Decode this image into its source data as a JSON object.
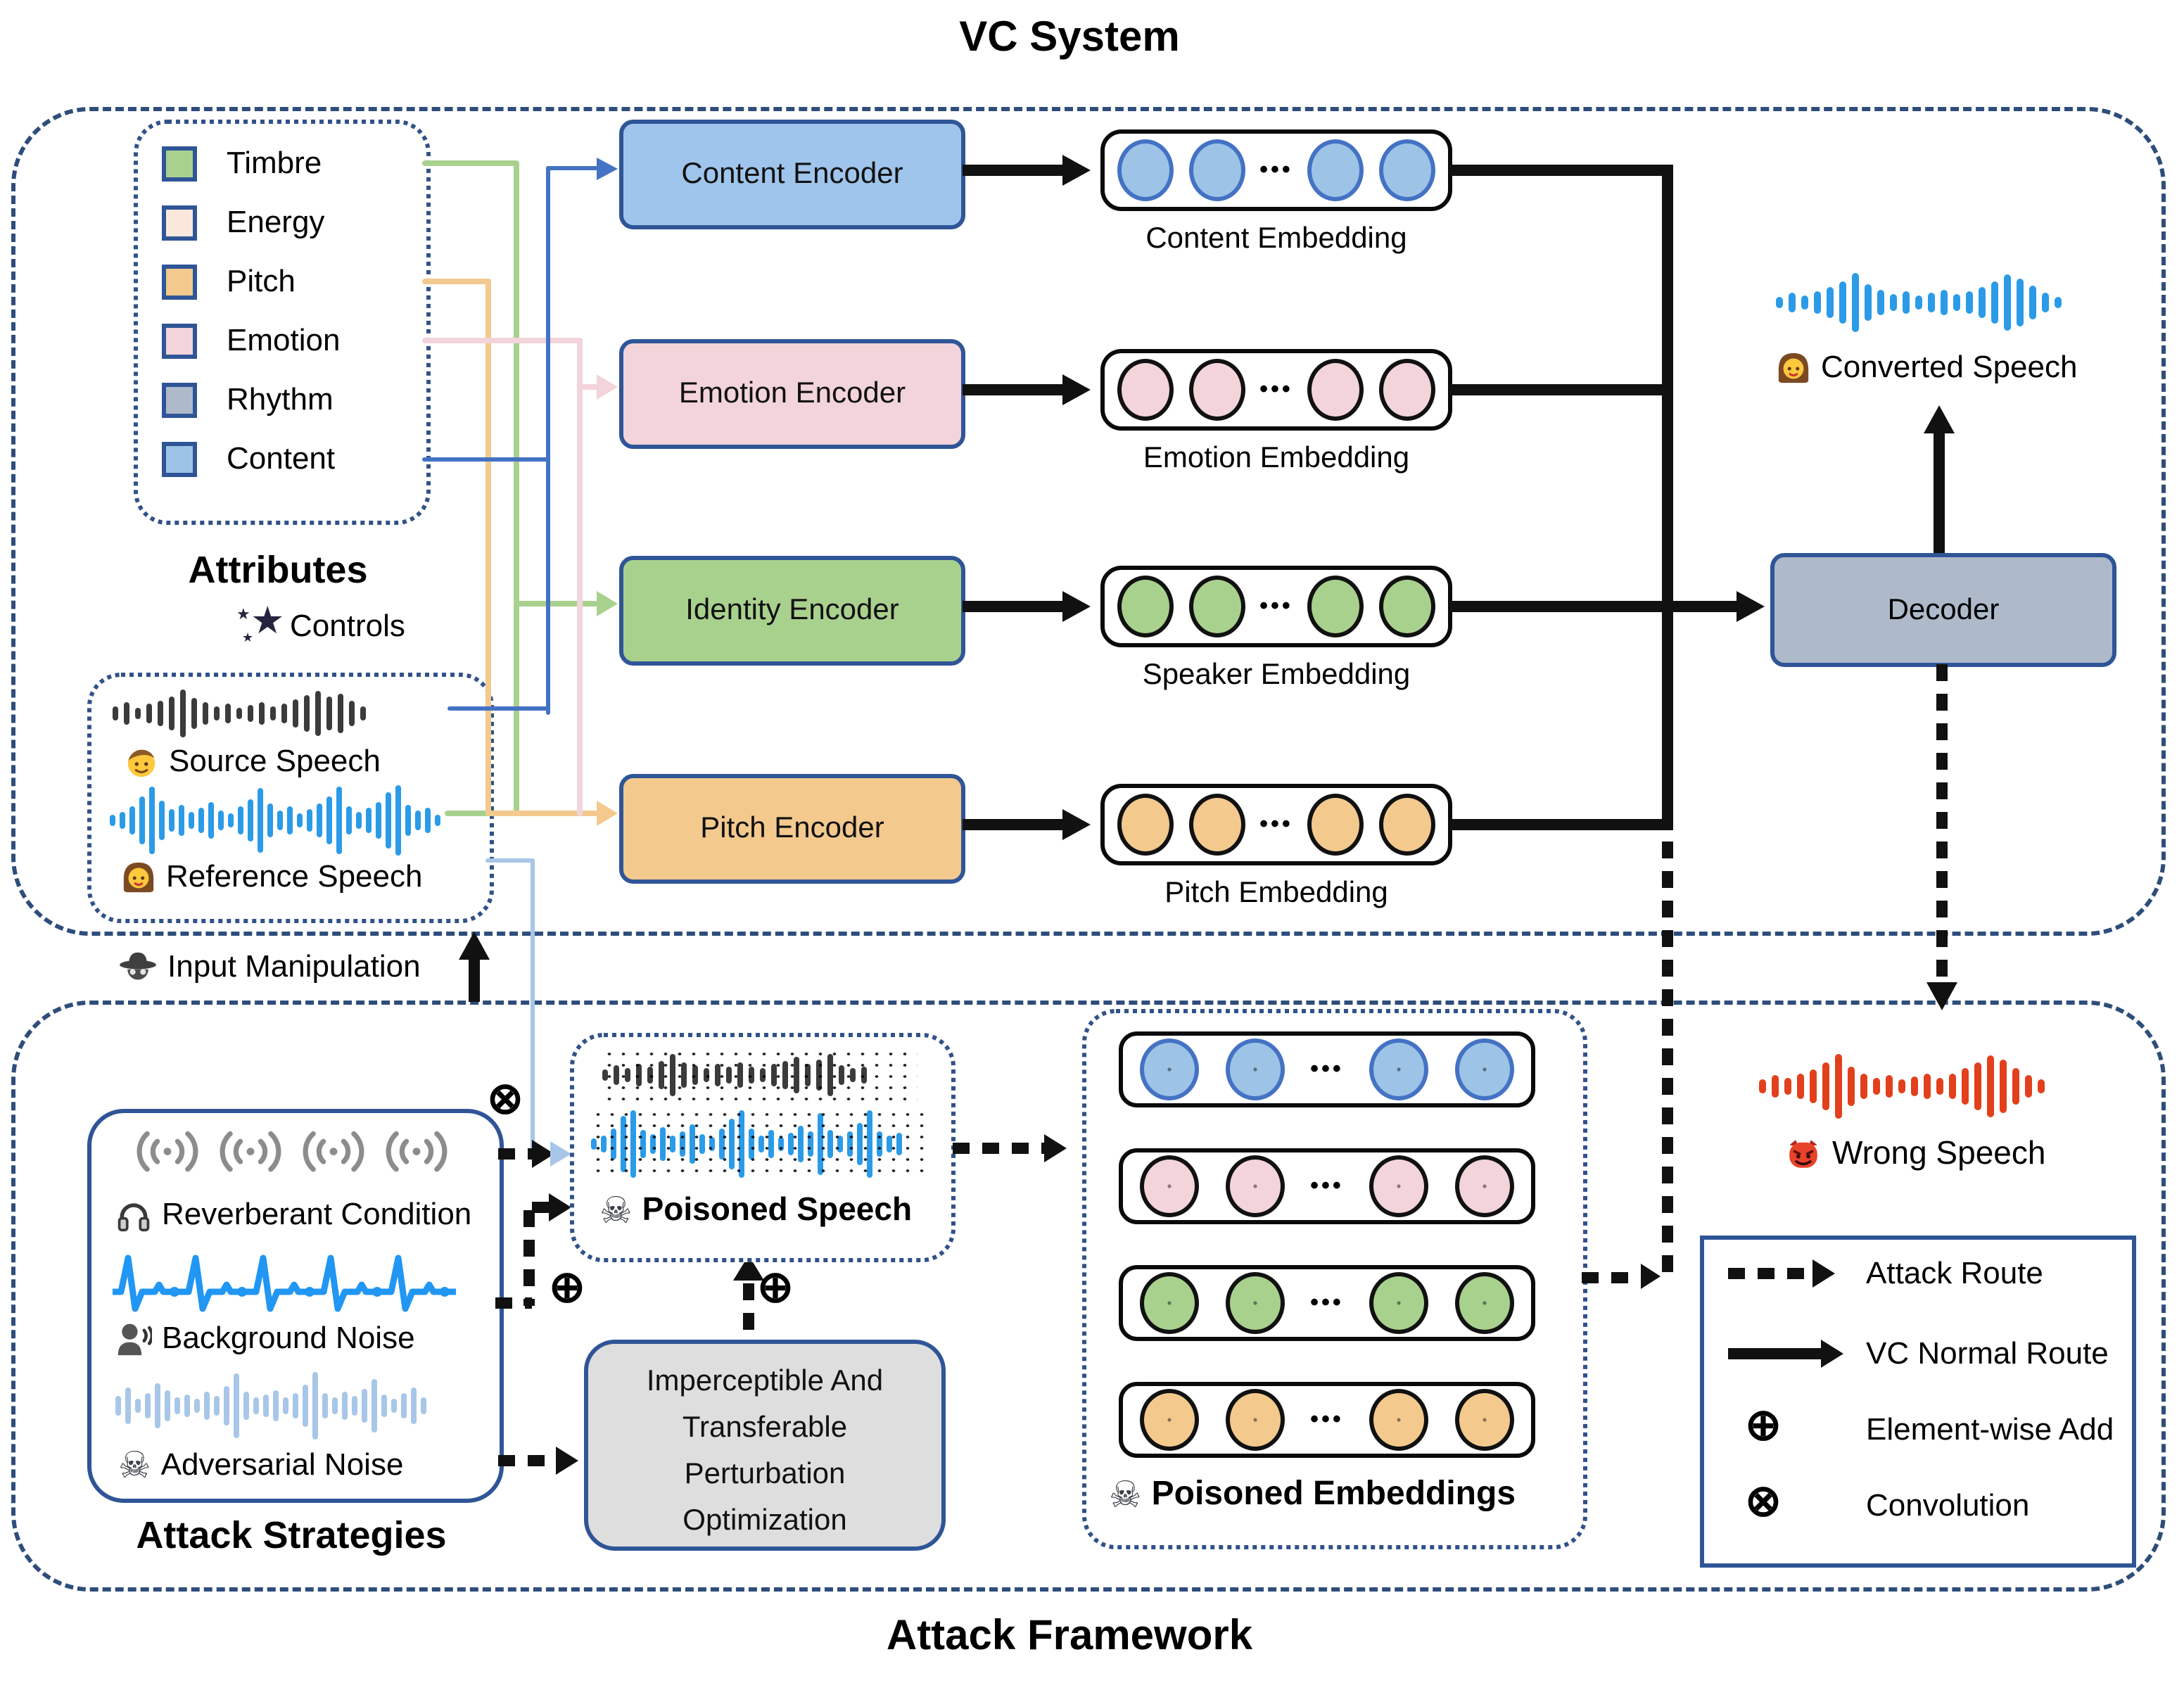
{
  "titles": {
    "vc_system": "VC System",
    "attack_framework": "Attack Framework"
  },
  "attributes": {
    "title": "Attributes",
    "controls_label": "Controls",
    "items": [
      {
        "label": "Timbre",
        "color": "#A9D18E"
      },
      {
        "label": "Energy",
        "color": "#FBE8DC"
      },
      {
        "label": "Pitch",
        "color": "#F3C98E"
      },
      {
        "label": "Emotion",
        "color": "#F2D4DA"
      },
      {
        "label": "Rhythm",
        "color": "#AEBACA"
      },
      {
        "label": "Content",
        "color": "#9DC3E6"
      }
    ]
  },
  "speech": {
    "source_label": "Source Speech",
    "reference_label": "Reference Speech"
  },
  "input_manipulation": {
    "label": "Input Manipulation"
  },
  "encoders": [
    {
      "label": "Content Encoder",
      "embedding_label": "Content Embedding",
      "fill": "#9FC5EC",
      "circle": "#9DC3E6",
      "circle_border": "#4472C4"
    },
    {
      "label": "Emotion Encoder",
      "embedding_label": "Emotion Embedding",
      "fill": "#F2D4DA",
      "circle": "#F2D4DA",
      "circle_border": "#111111"
    },
    {
      "label": "Identity Encoder",
      "embedding_label": "Speaker Embedding",
      "fill": "#A9D18E",
      "circle": "#A9D18E",
      "circle_border": "#111111"
    },
    {
      "label": "Pitch Encoder",
      "embedding_label": "Pitch Embedding",
      "fill": "#F3C98E",
      "circle": "#F3C98E",
      "circle_border": "#111111"
    }
  ],
  "embedding_ellipsis": "•••",
  "decoder": {
    "label": "Decoder"
  },
  "converted_speech": {
    "label": "Converted Speech"
  },
  "wrong_speech": {
    "label": "Wrong Speech"
  },
  "attack_strategies": {
    "title": "Attack Strategies",
    "items": [
      "Reverberant Condition",
      "Background Noise",
      "Adversarial Noise"
    ]
  },
  "poisoned_speech": {
    "label": "Poisoned Speech"
  },
  "optimization": {
    "text": "Imperceptible And Transferable Perturbation Optimization",
    "lines": [
      "Imperceptible And",
      "Transferable",
      "Perturbation",
      "Optimization"
    ]
  },
  "poisoned_embeddings": {
    "label": "Poisoned Embeddings"
  },
  "legend": {
    "items": [
      {
        "symbol": "dashed-arrow",
        "label": "Attack Route"
      },
      {
        "symbol": "solid-arrow",
        "label": "VC Normal Route"
      },
      {
        "symbol": "oplus",
        "label": "Element-wise Add"
      },
      {
        "symbol": "otimes",
        "label": "Convolution"
      }
    ]
  },
  "symbols": {
    "oplus": "⊕",
    "otimes": "⊗",
    "skull": "☠"
  },
  "colors": {
    "frame_border": "#2E4D7B",
    "box_border": "#2F5597",
    "decoder_fill": "#AEBACA",
    "optimization_fill": "#DEDEDE",
    "waveform_dark": "#3B3B3B",
    "waveform_blue": "#2B9BE8",
    "waveform_red": "#E2401C",
    "waveform_pale": "#A8C7E8",
    "ecg_blue": "#2196F3",
    "wifi_gray": "#8C8C8C",
    "wire_timbre": "#A9D18E",
    "wire_pitch": "#F3C98E",
    "wire_emotion": "#F2D4DA",
    "wire_content": "#4472C4",
    "wire_reference_light": "#A8C7E8"
  }
}
